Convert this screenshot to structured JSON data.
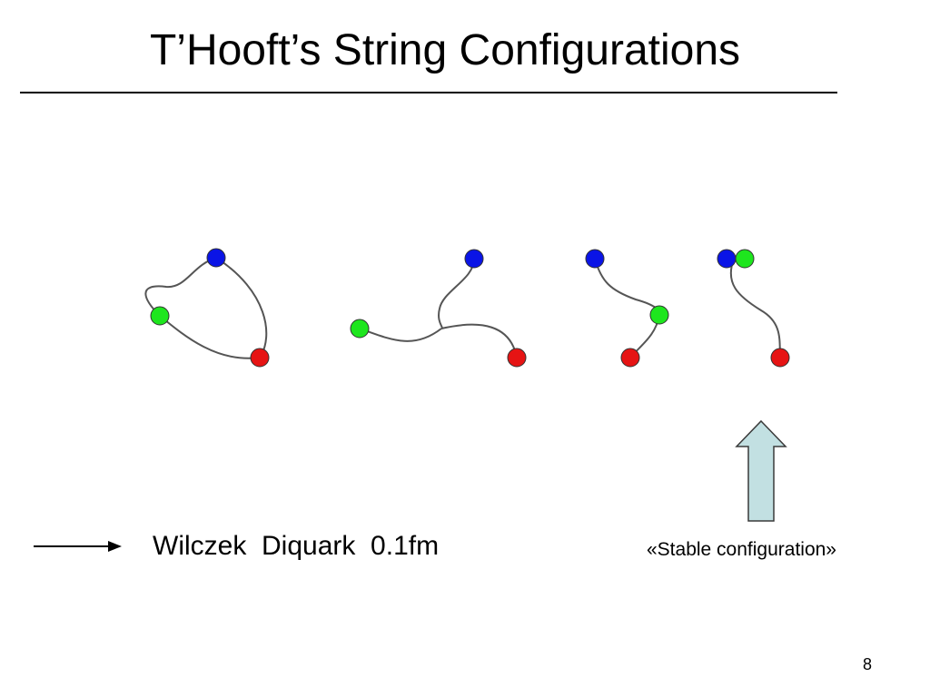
{
  "slide": {
    "title": "T’Hooft’s String Configurations",
    "caption": "Wilczek  Diquark  0.1fm",
    "stable_label": "«Stable configuration»",
    "page_number": "8"
  },
  "colors": {
    "quark_blue": "#0a14e6",
    "quark_green": "#1ee61e",
    "quark_red": "#e61414",
    "string": "#555555",
    "arrow_fill": "#c2e0e2",
    "arrow_stroke": "#3a3a3a"
  },
  "configurations": [
    {
      "name": "closed-loop",
      "quarks": [
        "blue",
        "green",
        "red"
      ]
    },
    {
      "name": "y-junction",
      "quarks": [
        "blue",
        "green",
        "red"
      ]
    },
    {
      "name": "chain",
      "quarks": [
        "blue",
        "green",
        "red"
      ]
    },
    {
      "name": "diquark-stable",
      "quarks": [
        "blue",
        "green",
        "red"
      ]
    }
  ]
}
